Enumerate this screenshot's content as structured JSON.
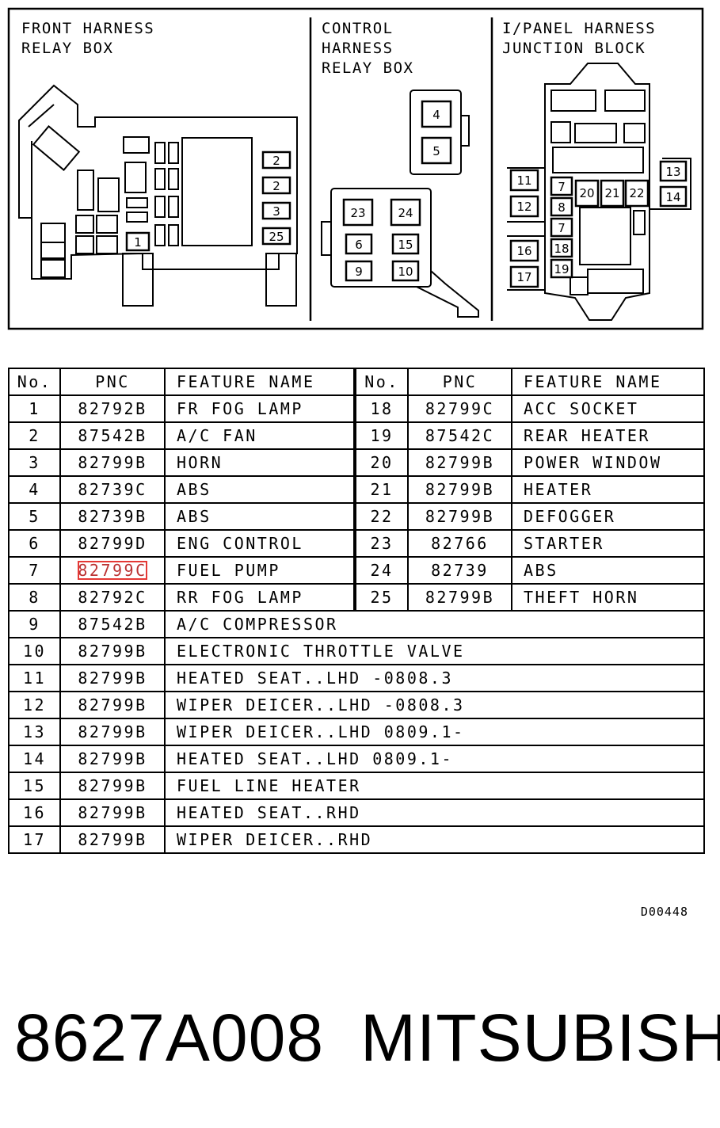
{
  "diagram": {
    "front": {
      "title_line1": "FRONT HARNESS",
      "title_line2": "RELAY BOX",
      "slots": [
        "2",
        "2",
        "3",
        "25",
        "1"
      ]
    },
    "control": {
      "title_line1": "CONTROL",
      "title_line2": "HARNESS",
      "title_line3": "RELAY BOX",
      "slots": [
        "4",
        "5",
        "23",
        "24",
        "6",
        "15",
        "9",
        "10"
      ]
    },
    "ipanel": {
      "title_line1": "I/PANEL HARNESS",
      "title_line2": "JUNCTION BLOCK",
      "slots": [
        "11",
        "12",
        "16",
        "17",
        "7",
        "8",
        "7",
        "18",
        "19",
        "20",
        "21",
        "22",
        "13",
        "14"
      ]
    }
  },
  "table": {
    "headers": [
      "No.",
      "PNC",
      "FEATURE NAME",
      "No.",
      "PNC",
      "FEATURE NAME"
    ],
    "rows": [
      {
        "no": "1",
        "pnc": "82792B",
        "name": "FR FOG LAMP",
        "no2": "18",
        "pnc2": "82799C",
        "name2": "ACC SOCKET"
      },
      {
        "no": "2",
        "pnc": "87542B",
        "name": "A/C FAN",
        "no2": "19",
        "pnc2": "87542C",
        "name2": "REAR HEATER"
      },
      {
        "no": "3",
        "pnc": "82799B",
        "name": "HORN",
        "no2": "20",
        "pnc2": "82799B",
        "name2": "POWER WINDOW"
      },
      {
        "no": "4",
        "pnc": "82739C",
        "name": "ABS",
        "no2": "21",
        "pnc2": "82799B",
        "name2": "HEATER"
      },
      {
        "no": "5",
        "pnc": "82739B",
        "name": "ABS",
        "no2": "22",
        "pnc2": "82799B",
        "name2": "DEFOGGER"
      },
      {
        "no": "6",
        "pnc": "82799D",
        "name": "ENG CONTROL",
        "no2": "23",
        "pnc2": "82766",
        "name2": "STARTER"
      },
      {
        "no": "7",
        "pnc": "82799C",
        "name": "FUEL PUMP",
        "no2": "24",
        "pnc2": "82739",
        "name2": "ABS"
      },
      {
        "no": "8",
        "pnc": "82792C",
        "name": "RR FOG LAMP",
        "no2": "25",
        "pnc2": "82799B",
        "name2": "THEFT HORN"
      },
      {
        "no": "9",
        "pnc": "87542B",
        "name": "A/C COMPRESSOR"
      },
      {
        "no": "10",
        "pnc": "82799B",
        "name": "ELECTRONIC THROTTLE VALVE"
      },
      {
        "no": "11",
        "pnc": "82799B",
        "name": "HEATED SEAT..LHD -0808.3"
      },
      {
        "no": "12",
        "pnc": "82799B",
        "name": "WIPER DEICER..LHD -0808.3"
      },
      {
        "no": "13",
        "pnc": "82799B",
        "name": "WIPER DEICER..LHD 0809.1-"
      },
      {
        "no": "14",
        "pnc": "82799B",
        "name": "HEATED SEAT..LHD 0809.1-"
      },
      {
        "no": "15",
        "pnc": "82799B",
        "name": "FUEL LINE HEATER"
      },
      {
        "no": "16",
        "pnc": "82799B",
        "name": "HEATED SEAT..RHD"
      },
      {
        "no": "17",
        "pnc": "82799B",
        "name": "WIPER DEICER..RHD"
      }
    ]
  },
  "ref_code": "D00448",
  "caption": {
    "part_number": "8627A008",
    "brand": "MITSUBISHI"
  },
  "colors": {
    "highlight": "#e53935"
  }
}
